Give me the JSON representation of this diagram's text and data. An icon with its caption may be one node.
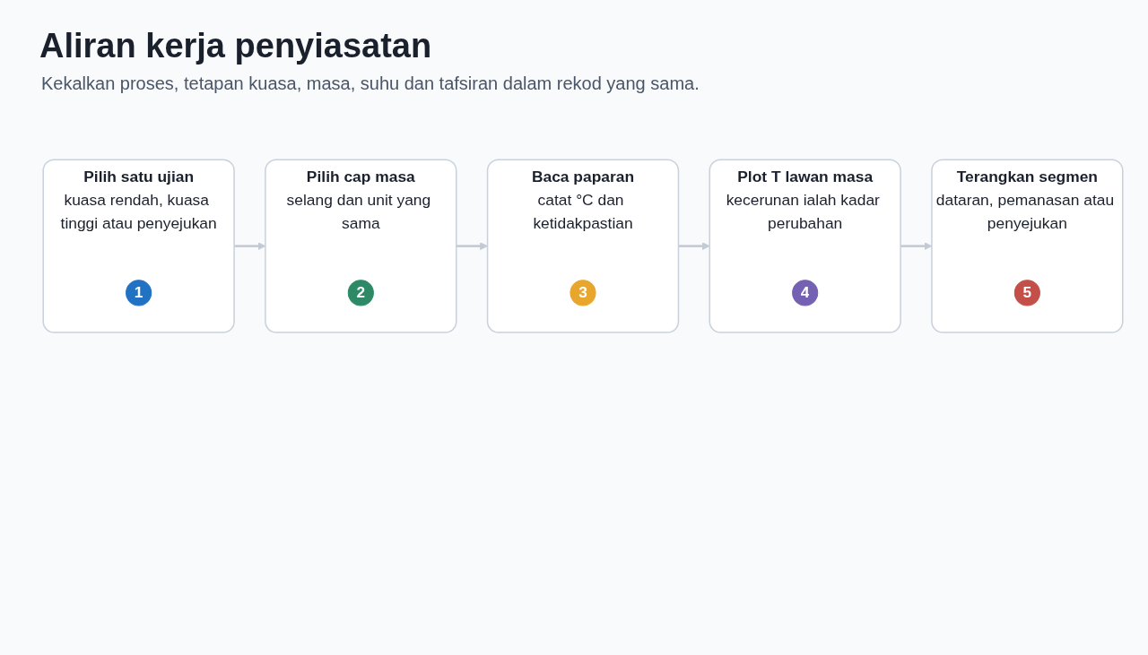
{
  "diagram": {
    "title": "Aliran kerja penyiasatan",
    "nodes": [
      {
        "text": [
          "Pilih satu ujian",
          "kuasa rendah, kuasa tinggi atau penyejukan"
        ]
      },
      {
        "text": [
          "1"
        ],
        "in": 0
      },
      {
        "text": [
          "Pilih cap masa",
          "selang dan unit yang sama"
        ]
      },
      {
        "text": [
          "2"
        ],
        "in": 2
      },
      {
        "text": [
          "Baca paparan",
          "catat °C dan ketidakpastian"
        ]
      },
      {
        "text": [
          "3"
        ],
        "in": 4
      },
      {
        "text": [
          "Plot T lawan masa",
          "kecerunan ialah kadar perubahan"
        ]
      },
      {
        "text": [
          "4"
        ],
        "in": 6
      },
      {
        "text": [
          "Terangkan segmen",
          "dataran, pemanasan atau penyejukan"
        ]
      },
      {
        "text": [
          "5"
        ],
        "in": 8
      }
    ],
    "edges": [
      {
        "from": 0,
        "to": 2,
        "arrow": "to"
      },
      {
        "from": 2,
        "to": 4,
        "arrow": "to"
      },
      {
        "from": 4,
        "to": 6,
        "arrow": "to"
      },
      {
        "from": 6,
        "to": 8,
        "arrow": "to"
      }
    ],
    "labels": [
      "Kekalkan proses, tetapan kuasa, masa, suhu dan tafsiran dalam rekod yang sama."
    ]
  }
}
